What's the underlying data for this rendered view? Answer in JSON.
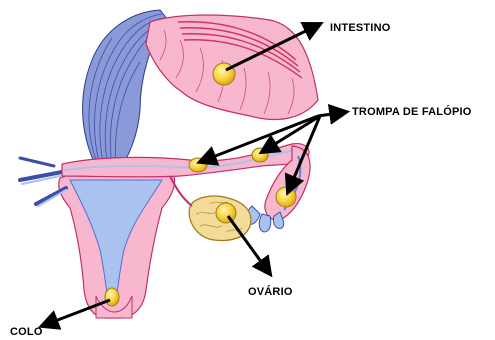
{
  "labels": {
    "intestino": "INTESTINO",
    "trompa": "TROMPA DE FALÓPIO",
    "ovario": "OVÁRIO",
    "colo": "COLO"
  },
  "colors": {
    "pink_tissue": "#f7b8cf",
    "pink_outline": "#c0306a",
    "blue_cavity": "#a9c2f0",
    "vessels": "#5a6ec8",
    "yellow_nodule": "#f7d23a",
    "ovary": "#f3dc9a",
    "arrow": "#000000"
  }
}
